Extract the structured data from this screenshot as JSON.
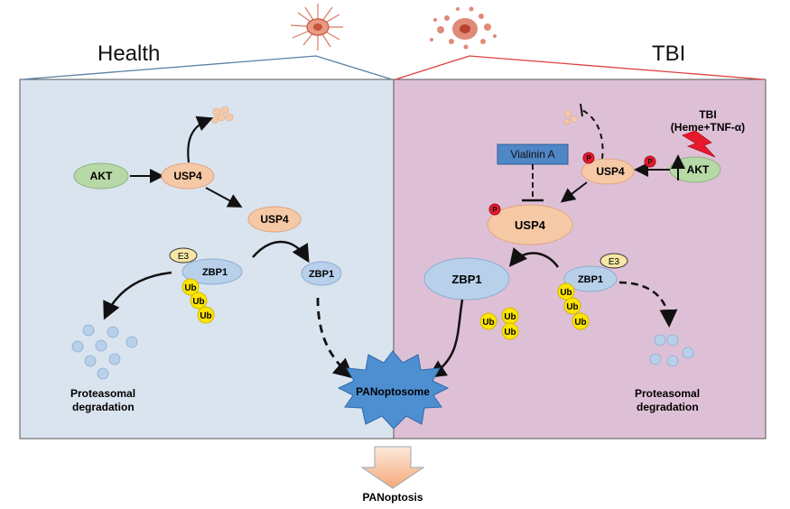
{
  "headings": {
    "left": "Health",
    "right": "TBI"
  },
  "colors": {
    "health_bg": "#d9e4ef",
    "tbi_bg": "#dec0d6",
    "health_line": "#5b7fa6",
    "tbi_line": "#e04040",
    "akt": "#b7d8a7",
    "usp4": "#f6c9a6",
    "zbp1": "#b8d0ea",
    "ub": "#ffe600",
    "e3": "#f6e7a6",
    "phospho": "#e8192c",
    "star": "#4d8fd1",
    "vialinin": "#4f86c6",
    "lightning": "#e8192c"
  },
  "health": {
    "akt": "AKT",
    "usp4_top": "USP4",
    "usp4_mid": "USP4",
    "e3": "E3",
    "zbp1_left": "ZBP1",
    "zbp1_right": "ZBP1",
    "ub": [
      "Ub",
      "Ub",
      "Ub"
    ],
    "degradation": [
      "Proteasomal",
      "degradation"
    ]
  },
  "tbi": {
    "stimulus": [
      "TBI",
      "(Heme+TNF-α)"
    ],
    "akt": "AKT",
    "usp4_top": "USP4",
    "usp4_big": "USP4",
    "p_labels": [
      "P",
      "P",
      "P"
    ],
    "vialinin": "Vialinin A",
    "zbp1_big": "ZBP1",
    "zbp1_small": "ZBP1",
    "e3": "E3",
    "ub_free": [
      "Ub",
      "Ub",
      "Ub"
    ],
    "ub_bound": [
      "Ub",
      "Ub",
      "Ub"
    ],
    "degradation": [
      "Proteasomal",
      "degradation"
    ]
  },
  "center": {
    "panoptosome": "PANoptosome",
    "outcome": "PANoptosis"
  }
}
